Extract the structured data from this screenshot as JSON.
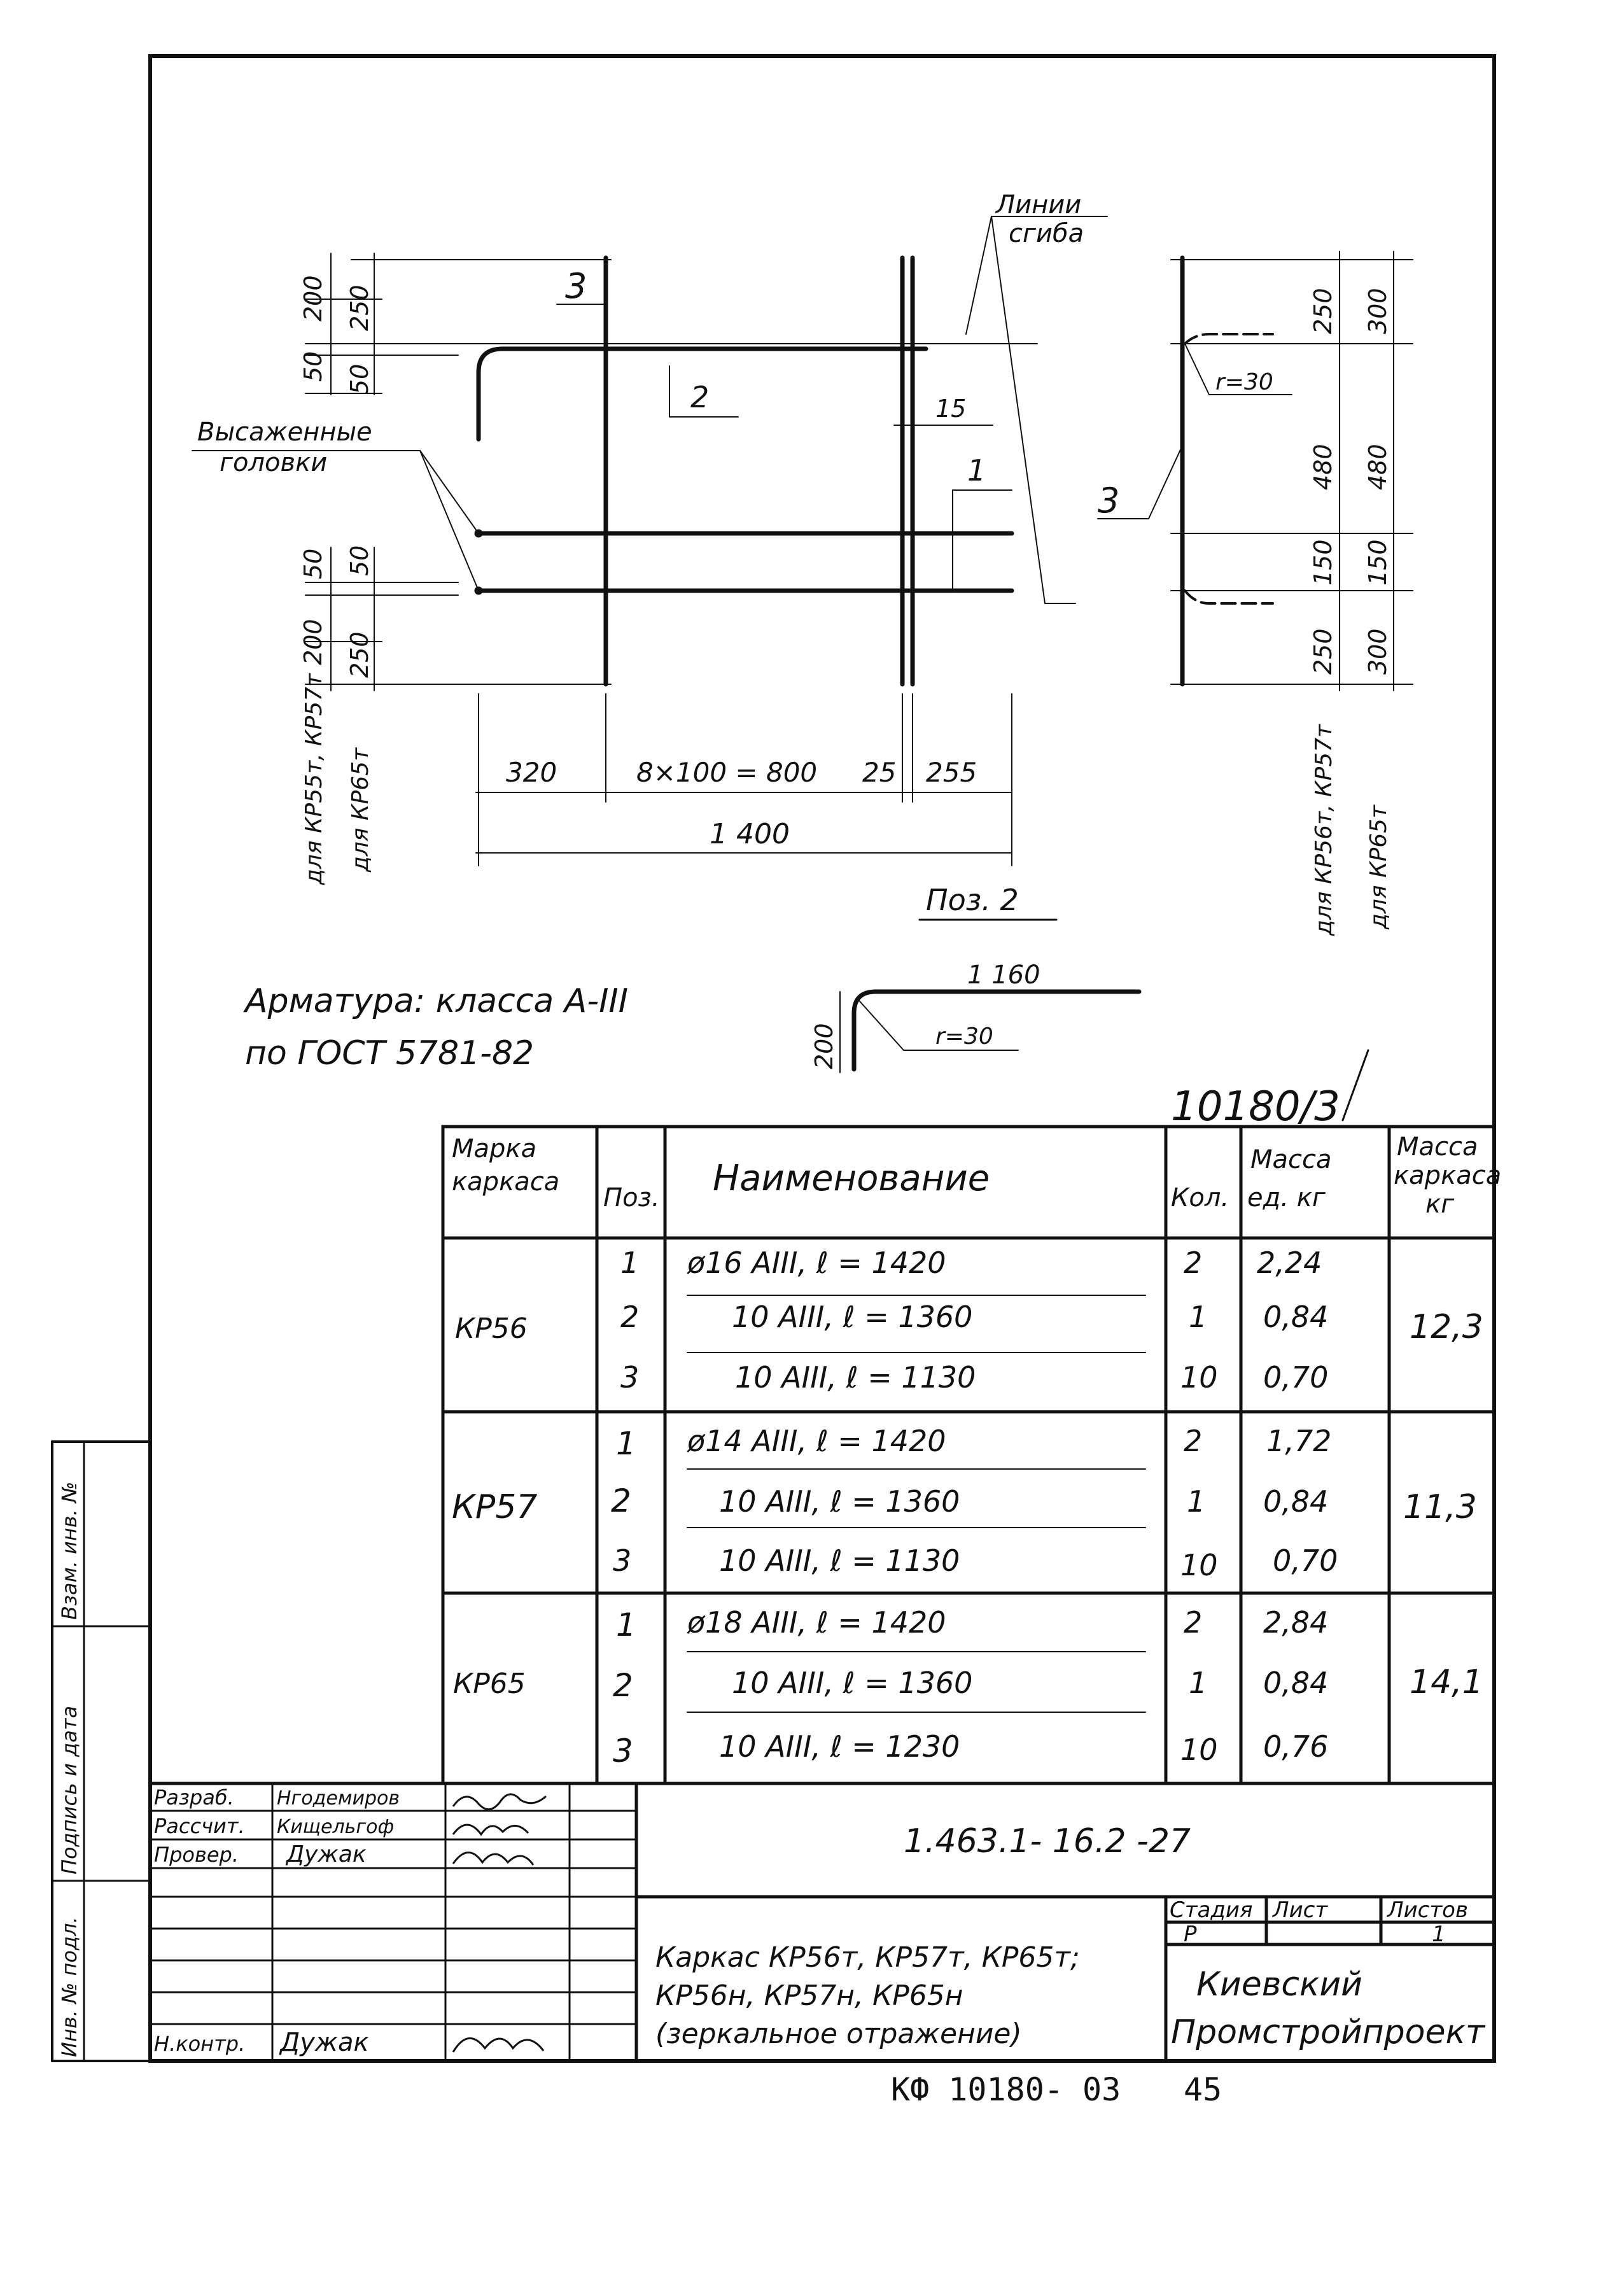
{
  "drawing": {
    "bending_lines_label_1": "Линии",
    "bending_lines_label_2": "сгиба",
    "upset_heads_label_1": "Высаженные",
    "upset_heads_label_2": "головки",
    "pos_1": "1",
    "pos_2": "2",
    "pos_3_left": "3",
    "pos_3_right": "3",
    "dims_left": {
      "top_200": "200",
      "top_250": "250",
      "top_50a": "50",
      "top_50b": "50",
      "bot_50a": "50",
      "bot_50b": "50",
      "bot_200": "200",
      "bot_250": "250"
    },
    "for_kr55": "для КР55т, КР57т",
    "for_kr65": "для КР65т",
    "dim_15": "15",
    "dim_320": "320",
    "dim_8x100": "8×100 = 800",
    "dim_25": "25",
    "dim_255": "255",
    "dim_1400": "1 400",
    "side_dims_a": [
      "250",
      "480",
      "150",
      "250"
    ],
    "side_dims_b": [
      "300",
      "480",
      "150",
      "300"
    ],
    "r30_side": "r=30",
    "side_for_kr56": "для КР56т, КР57т",
    "side_for_kr65": "для КР65т",
    "pos2_title": "Поз. 2",
    "pos2_dim_1160": "1 160",
    "pos2_dim_200": "200",
    "pos2_r30": "r=30",
    "rebar_note_1": "Арматура: класса А-III",
    "rebar_note_2": "по ГОСТ 5781-82",
    "sheet_mark": "10180/3"
  },
  "spec_table": {
    "headers": [
      "Марка каркаса",
      "Поз.",
      "Наименование",
      "Кол.",
      "Масса ед. кг",
      "Масса каркаса кг"
    ],
    "groups": [
      {
        "mark": "КР56",
        "total": "12,3",
        "rows": [
          {
            "pos": "1",
            "name": "ø16 АIII, ℓ = 1420",
            "qty": "2",
            "mass": "2,24"
          },
          {
            "pos": "2",
            "name": "10 АIII, ℓ = 1360",
            "qty": "1",
            "mass": "0,84"
          },
          {
            "pos": "3",
            "name": "10 АIII, ℓ = 1130",
            "qty": "10",
            "mass": "0,70"
          }
        ]
      },
      {
        "mark": "КР57",
        "total": "11,3",
        "rows": [
          {
            "pos": "1",
            "name": "ø14 АIII, ℓ = 1420",
            "qty": "2",
            "mass": "1,72"
          },
          {
            "pos": "2",
            "name": "10 АIII, ℓ = 1360",
            "qty": "1",
            "mass": "0,84"
          },
          {
            "pos": "3",
            "name": "10 АIII, ℓ = 1130",
            "qty": "10",
            "mass": "0,70"
          }
        ]
      },
      {
        "mark": "КР65",
        "total": "14,1",
        "rows": [
          {
            "pos": "1",
            "name": "ø18 АIII, ℓ = 1420",
            "qty": "2",
            "mass": "2,84"
          },
          {
            "pos": "2",
            "name": "10 АIII, ℓ = 1360",
            "qty": "1",
            "mass": "0,84"
          },
          {
            "pos": "3",
            "name": "10 АIII, ℓ = 1230",
            "qty": "10",
            "mass": "0,76"
          }
        ]
      }
    ]
  },
  "title_block": {
    "doc_code": "1.463.1- 16.2 -27",
    "roles": [
      {
        "role": "Разраб.",
        "name": "Нгодемиров"
      },
      {
        "role": "Рассчит.",
        "name": "Кищельгоф"
      },
      {
        "role": "Провер.",
        "name": "Дужак"
      },
      {
        "role": "Н.контр.",
        "name": "Дужак"
      }
    ],
    "stage_header": "Стадия",
    "sheet_header": "Лист",
    "sheets_header": "Листов",
    "stage": "Р",
    "sheets": "1",
    "description_1": "Каркас КР56т, КР57т, КР65т;",
    "description_2": "КР56н, КР57н, КР65н",
    "description_3": "(зеркальное отражение)",
    "org_1": "Киевский",
    "org_2": "Промстройпроект"
  },
  "side_strip": {
    "inv_orig": "Инв. № подл.",
    "sign_date": "Подпись и дата",
    "replaces": "Взам. инв. №"
  },
  "footer": {
    "archive": "КФ  10180- 03",
    "page": "45"
  }
}
